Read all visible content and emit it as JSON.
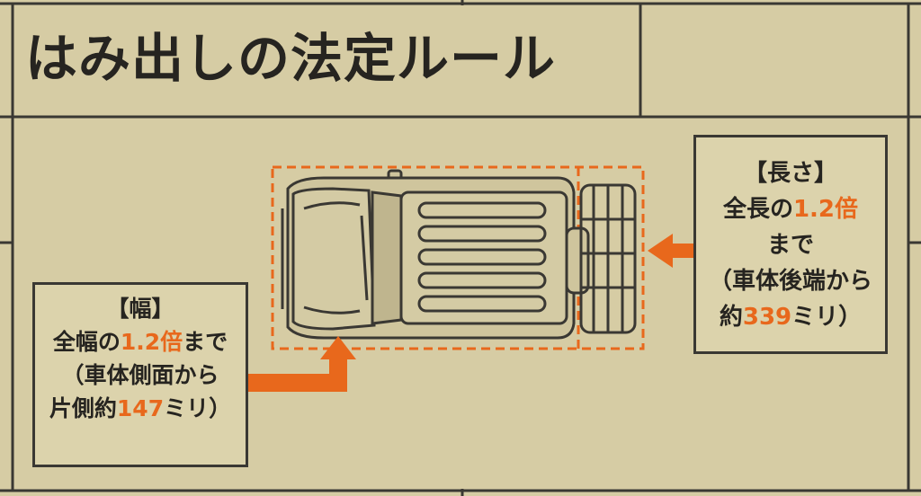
{
  "title": "はみ出しの法定ルール",
  "length_box": {
    "heading": "【長さ】",
    "line1_pre": "全長の",
    "line1_value": "1.2倍",
    "line2": "まで",
    "line3": "（車体後端から",
    "line4_pre": "約",
    "line4_value": "339",
    "line4_post": "ミリ）"
  },
  "width_box": {
    "heading": "【幅】",
    "line1_pre": "全幅の",
    "line1_value": "1.2倍",
    "line1_post": "まで",
    "line2": "（車体側面から",
    "line3_pre": "片側約",
    "line3_value": "147",
    "line3_post": "ミリ）"
  },
  "colors": {
    "background": "#d6cca4",
    "accent": "#e8681c",
    "line": "#3a3833",
    "text": "#262420"
  }
}
